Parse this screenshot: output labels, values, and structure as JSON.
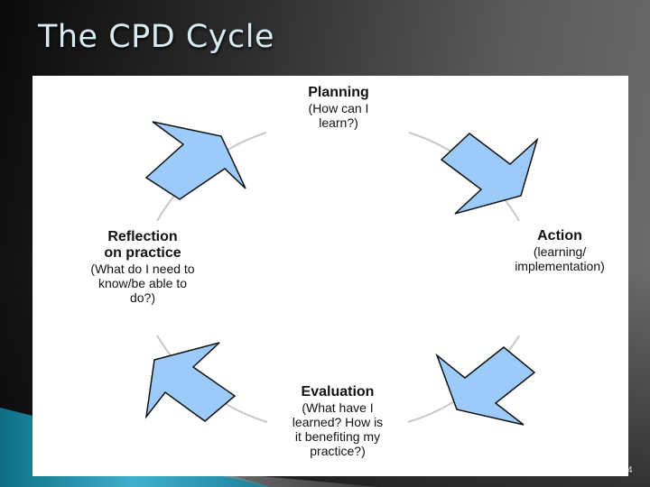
{
  "slide": {
    "title": "The CPD Cycle",
    "slide_number": "4"
  },
  "diagram": {
    "type": "cycle",
    "arrow_fill": "#9ccbfa",
    "arrow_stroke": "#111111",
    "ring_color": "#c8c8c8",
    "nodes": [
      {
        "id": "planning",
        "heading": "Planning",
        "lines": [
          "(How can I",
          "learn?)"
        ]
      },
      {
        "id": "action",
        "heading": "Action",
        "lines": [
          "(learning/",
          "implementation)"
        ]
      },
      {
        "id": "evaluation",
        "heading": "Evaluation",
        "lines": [
          "(What have I",
          "learned? How is",
          "it benefiting my",
          "practice?)"
        ]
      },
      {
        "id": "reflection",
        "heading_lines": [
          "Reflection",
          "on practice"
        ],
        "lines": [
          "(What do I need to",
          "know/be able to",
          "do?)"
        ]
      }
    ],
    "arrows": [
      {
        "from": "reflection",
        "to": "planning",
        "direction": "up-right"
      },
      {
        "from": "planning",
        "to": "action",
        "direction": "down-right"
      },
      {
        "from": "action",
        "to": "evaluation",
        "direction": "down-left"
      },
      {
        "from": "evaluation",
        "to": "reflection",
        "direction": "up-left"
      }
    ]
  }
}
